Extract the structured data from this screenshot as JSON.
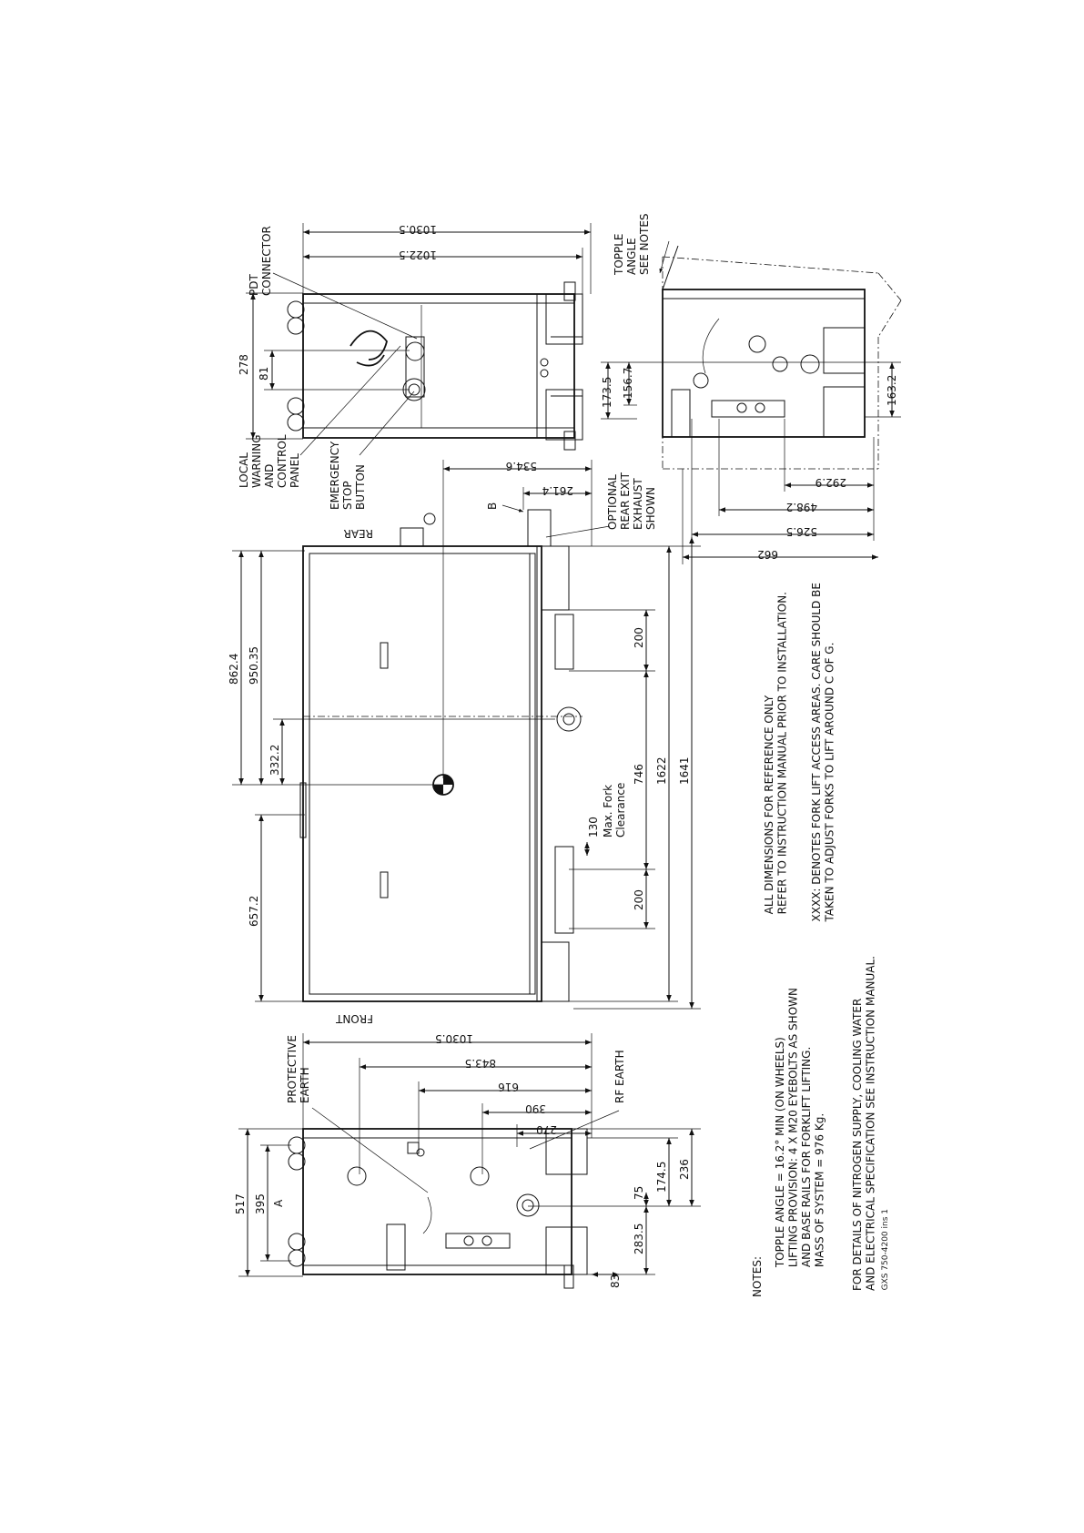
{
  "labels": {
    "pdt_connector": [
      "PDT",
      "CONNECTOR"
    ],
    "topple_angle": [
      "TOPPLE",
      "ANGLE",
      "SEE NOTES"
    ],
    "local_warning": [
      "LOCAL",
      "WARNING",
      "AND",
      "CONTROL",
      "PANEL"
    ],
    "emergency_stop": [
      "EMERGENCY",
      "STOP",
      "BUTTON"
    ],
    "optional_exhaust": [
      "OPTIONAL",
      "REAR EXIT",
      "EXHAUST",
      "SHOWN"
    ],
    "rear": "REAR",
    "front": "FRONT",
    "b": "B",
    "a": "A",
    "max_fork": [
      "Max. Fork",
      "Clearance"
    ],
    "protective_earth": [
      "PROTECTIVE",
      "EARTH"
    ],
    "rf_earth": "RF EARTH"
  },
  "dimensions": {
    "top_1030_5": "1030.5",
    "top_1022_5": "1022.5",
    "d278": "278",
    "d81": "81",
    "d534_6": "534.6",
    "d261_4": "261.4",
    "d173_5": "173.5",
    "d156_7": "156.7",
    "d163_2": "163.2",
    "d292_9": "292.9",
    "d498_2": "498.2",
    "d526_5": "526.5",
    "d662": "662",
    "d862_4": "862.4",
    "d950_35": "950.35",
    "d332_2": "332.2",
    "d657_2": "657.2",
    "d200a": "200",
    "d746": "746",
    "d130": "130",
    "d200b": "200",
    "d1622": "1622",
    "d1641": "1641",
    "left_1030_5": "1030.5",
    "d843_5": "843.5",
    "d616": "616",
    "d390": "390",
    "d270": "270",
    "d517": "517",
    "d395": "395",
    "d75": "75",
    "d174_5": "174.5",
    "d236": "236",
    "d283_5": "283.5",
    "d83": "83"
  },
  "notes": {
    "ref_lines": "ALL DIMENSIONS FOR REFERENCE ONLY\nREFER TO INSTRUCTION MANUAL PRIOR TO INSTALLATION.",
    "fork_lines": "XXXX: DENOTES FORK LIFT ACCESS AREAS. CARE SHOULD BE\nTAKEN TO ADJUST FORKS TO LIFT AROUND C OF G.",
    "heading": "NOTES:",
    "topple_lines": "TOPPLE ANGLE = 16.2° MIN (ON WHEELS)\nLIFTING PROVISION: 4 X M20 EYEBOLTS AS SHOWN\nAND BASE RAILS FOR FORKLIFT LIFTING.\nMASS OF SYSTEM = 976 Kg.",
    "details_lines": "FOR DETAILS OF NITROGEN SUPPLY, COOLING WATER\nAND ELECTRICAL SPECIFICATION SEE INSTRUCTION MANUAL."
  },
  "drawing_ref": "GXS 750-4200 ins 1"
}
